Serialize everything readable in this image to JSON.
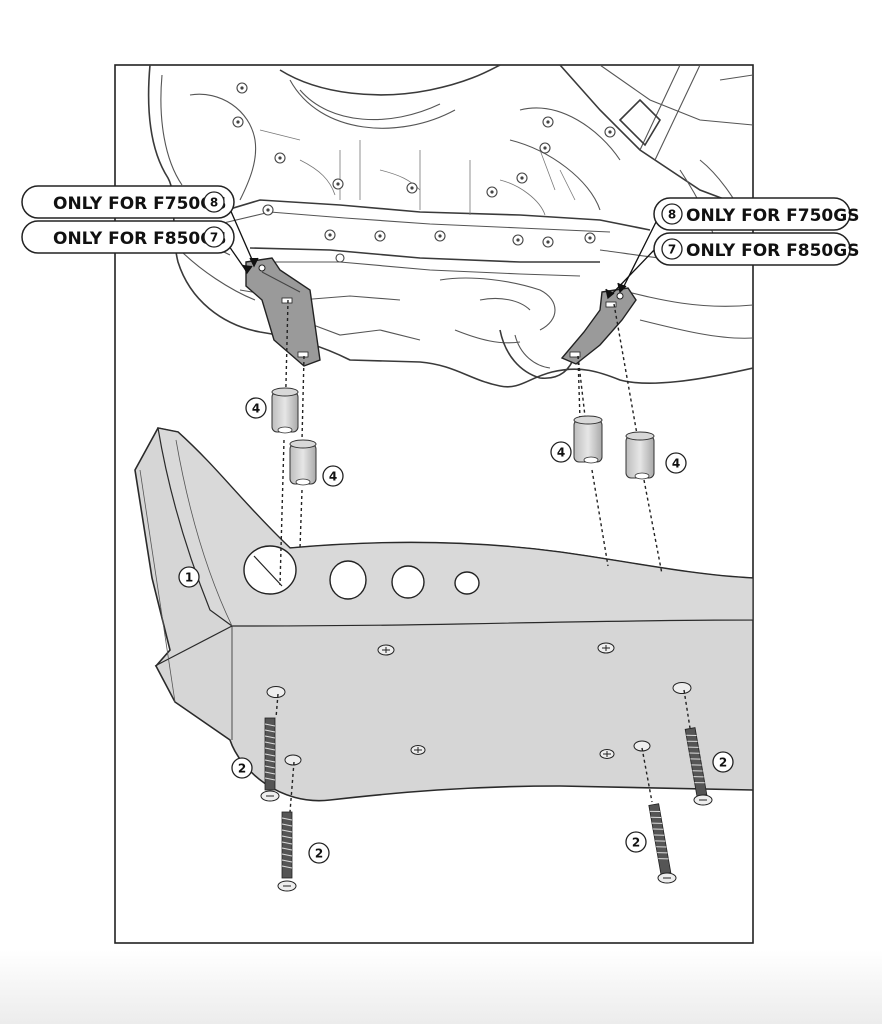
{
  "callouts": {
    "left_top": {
      "text": "ONLY FOR F750GS",
      "num": "8"
    },
    "left_bot": {
      "text": "ONLY FOR F850GS",
      "num": "7"
    },
    "right_top": {
      "text": "ONLY FOR F750GS",
      "num": "8"
    },
    "right_bot": {
      "text": "ONLY FOR F850GS",
      "num": "7"
    }
  },
  "part_numbers": {
    "skid_plate": "1",
    "screw_left_upper": "2",
    "screw_left_lower": "2",
    "screw_right_upper": "2",
    "screw_right_lower": "2",
    "spacer_left_a": "4",
    "spacer_left_b": "4",
    "spacer_right_a": "4",
    "spacer_right_b": "4"
  }
}
